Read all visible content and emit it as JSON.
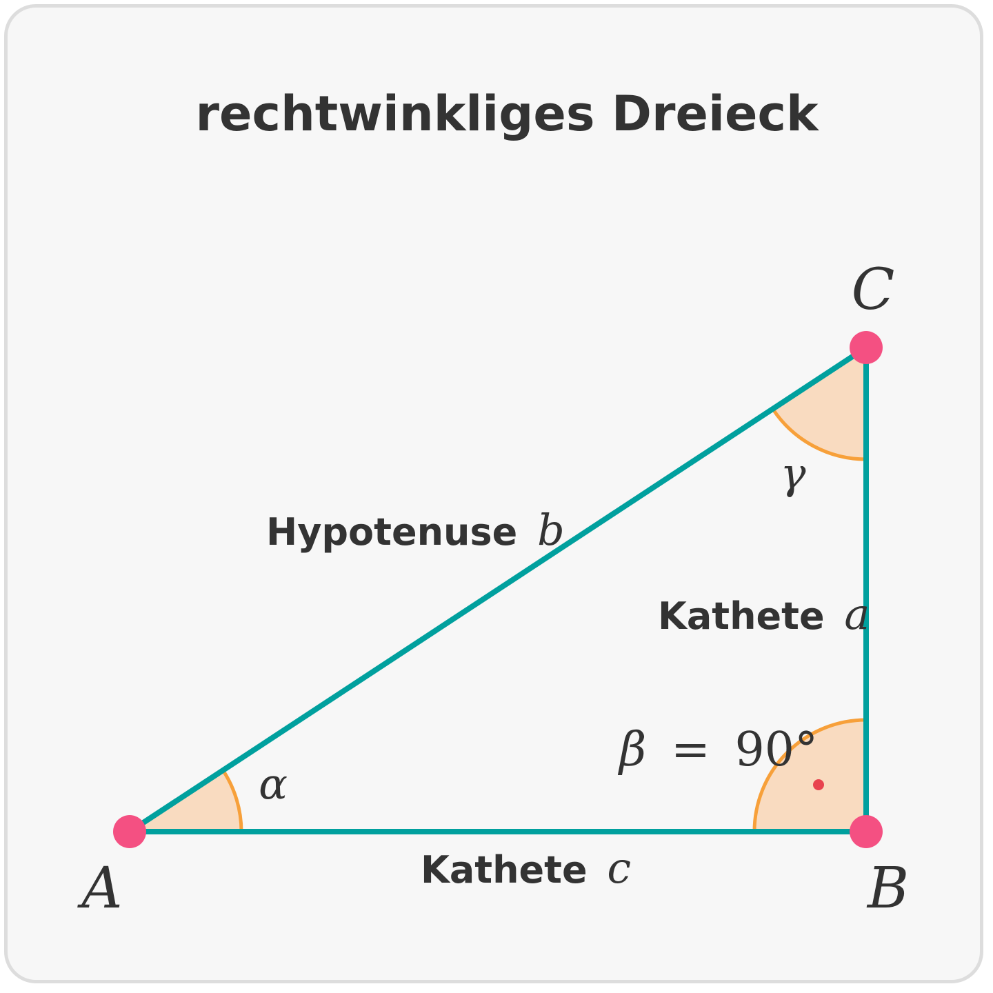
{
  "title": "rechtwinkliges Dreieck",
  "vertices": {
    "A": "A",
    "B": "B",
    "C": "C"
  },
  "angles": {
    "alpha": "α",
    "beta": "β",
    "beta_equals": "=",
    "beta_value": "90°",
    "gamma": "γ"
  },
  "sides": {
    "hypotenuse_word": "Hypotenuse",
    "hypotenuse_var": "b",
    "leg_a_word": "Kathete",
    "leg_a_var": "a",
    "leg_c_word": "Kathete",
    "leg_c_var": "c"
  },
  "colors": {
    "card_background": "#f7f7f7",
    "card_border": "#dddddd",
    "triangle_stroke": "#00a09e",
    "angle_fill": "#f9dbc0",
    "angle_stroke": "#f7a03a",
    "vertex_dot": "#f45082",
    "right_angle_dot": "#e8434f",
    "text": "#333333"
  }
}
